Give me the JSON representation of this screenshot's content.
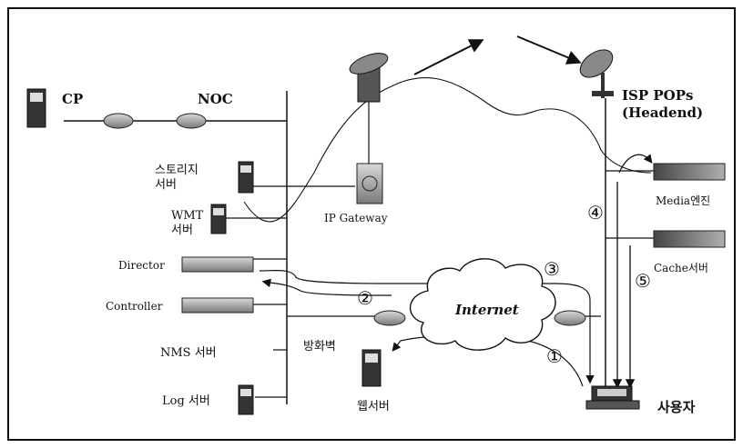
{
  "diagram": {
    "nodes": {
      "cp": "CP",
      "noc": "NOC",
      "storage_server": [
        "스토리지",
        "서버"
      ],
      "wmt_server": [
        "WMT",
        "서버"
      ],
      "director": "Director",
      "controller": "Controller",
      "nms_server": "NMS 서버",
      "log_server": "Log 서버",
      "ip_gateway": "IP Gateway",
      "isp_pops": [
        "ISP POPs",
        "(Headend)"
      ],
      "media_engine": "Media엔진",
      "cache_server": "Cache서버",
      "internet": "Internet",
      "firewall": "방화벽",
      "web_server": "웹서버",
      "user": "사용자"
    },
    "steps": [
      "①",
      "②",
      "③",
      "④",
      "⑤"
    ]
  }
}
